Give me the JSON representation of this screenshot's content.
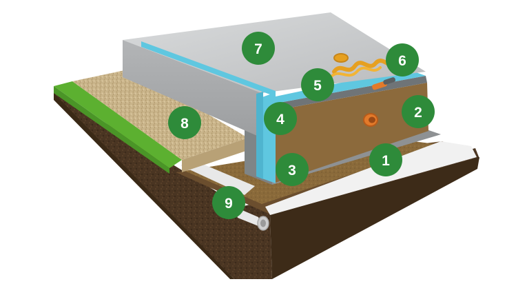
{
  "markers": [
    {
      "id": "1",
      "label": "1"
    },
    {
      "id": "2",
      "label": "2"
    },
    {
      "id": "3",
      "label": "3"
    },
    {
      "id": "4",
      "label": "4"
    },
    {
      "id": "5",
      "label": "5"
    },
    {
      "id": "6",
      "label": "6"
    },
    {
      "id": "7",
      "label": "7"
    },
    {
      "id": "8",
      "label": "8"
    },
    {
      "id": "9",
      "label": "9"
    }
  ],
  "colors": {
    "marker_fill": "#2e8b3a",
    "marker_text": "#ffffff",
    "soil": "#4a3522",
    "soil_top": "#7a5a3a",
    "concrete": "#c4c6c8",
    "insulation": "#5fc7e0",
    "gravel": "#c9b48a",
    "grass": "#5cb030",
    "heating_pipe": "#e6a020",
    "drain_pipe": "#e8e8e8"
  },
  "icons": {
    "marker": "numbered-circle-icon",
    "heating": "underfloor-heating-pipe-icon",
    "drain": "drain-pipe-icon"
  }
}
